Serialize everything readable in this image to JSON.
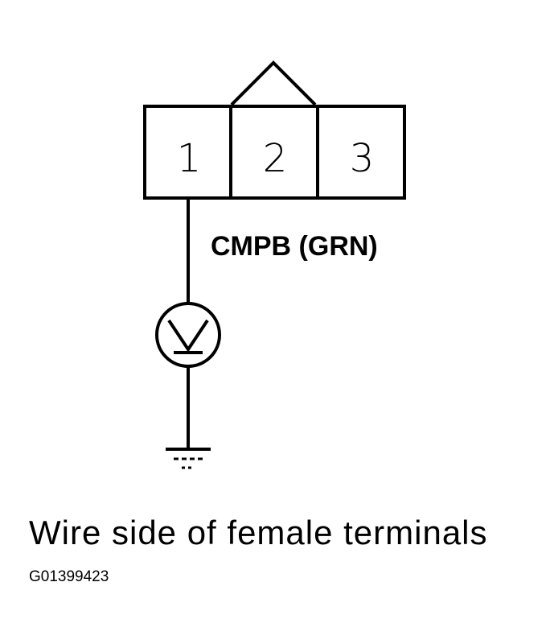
{
  "connector": {
    "label": "CMPB (GRN)",
    "pins": [
      "1",
      "2",
      "3"
    ]
  },
  "meter_icon": "voltmeter-icon",
  "ground_icon": "ground-icon",
  "caption": "Wire side of female terminals",
  "figure_id": "G01399423",
  "colors": {
    "line": "#000000",
    "background": "#ffffff"
  }
}
